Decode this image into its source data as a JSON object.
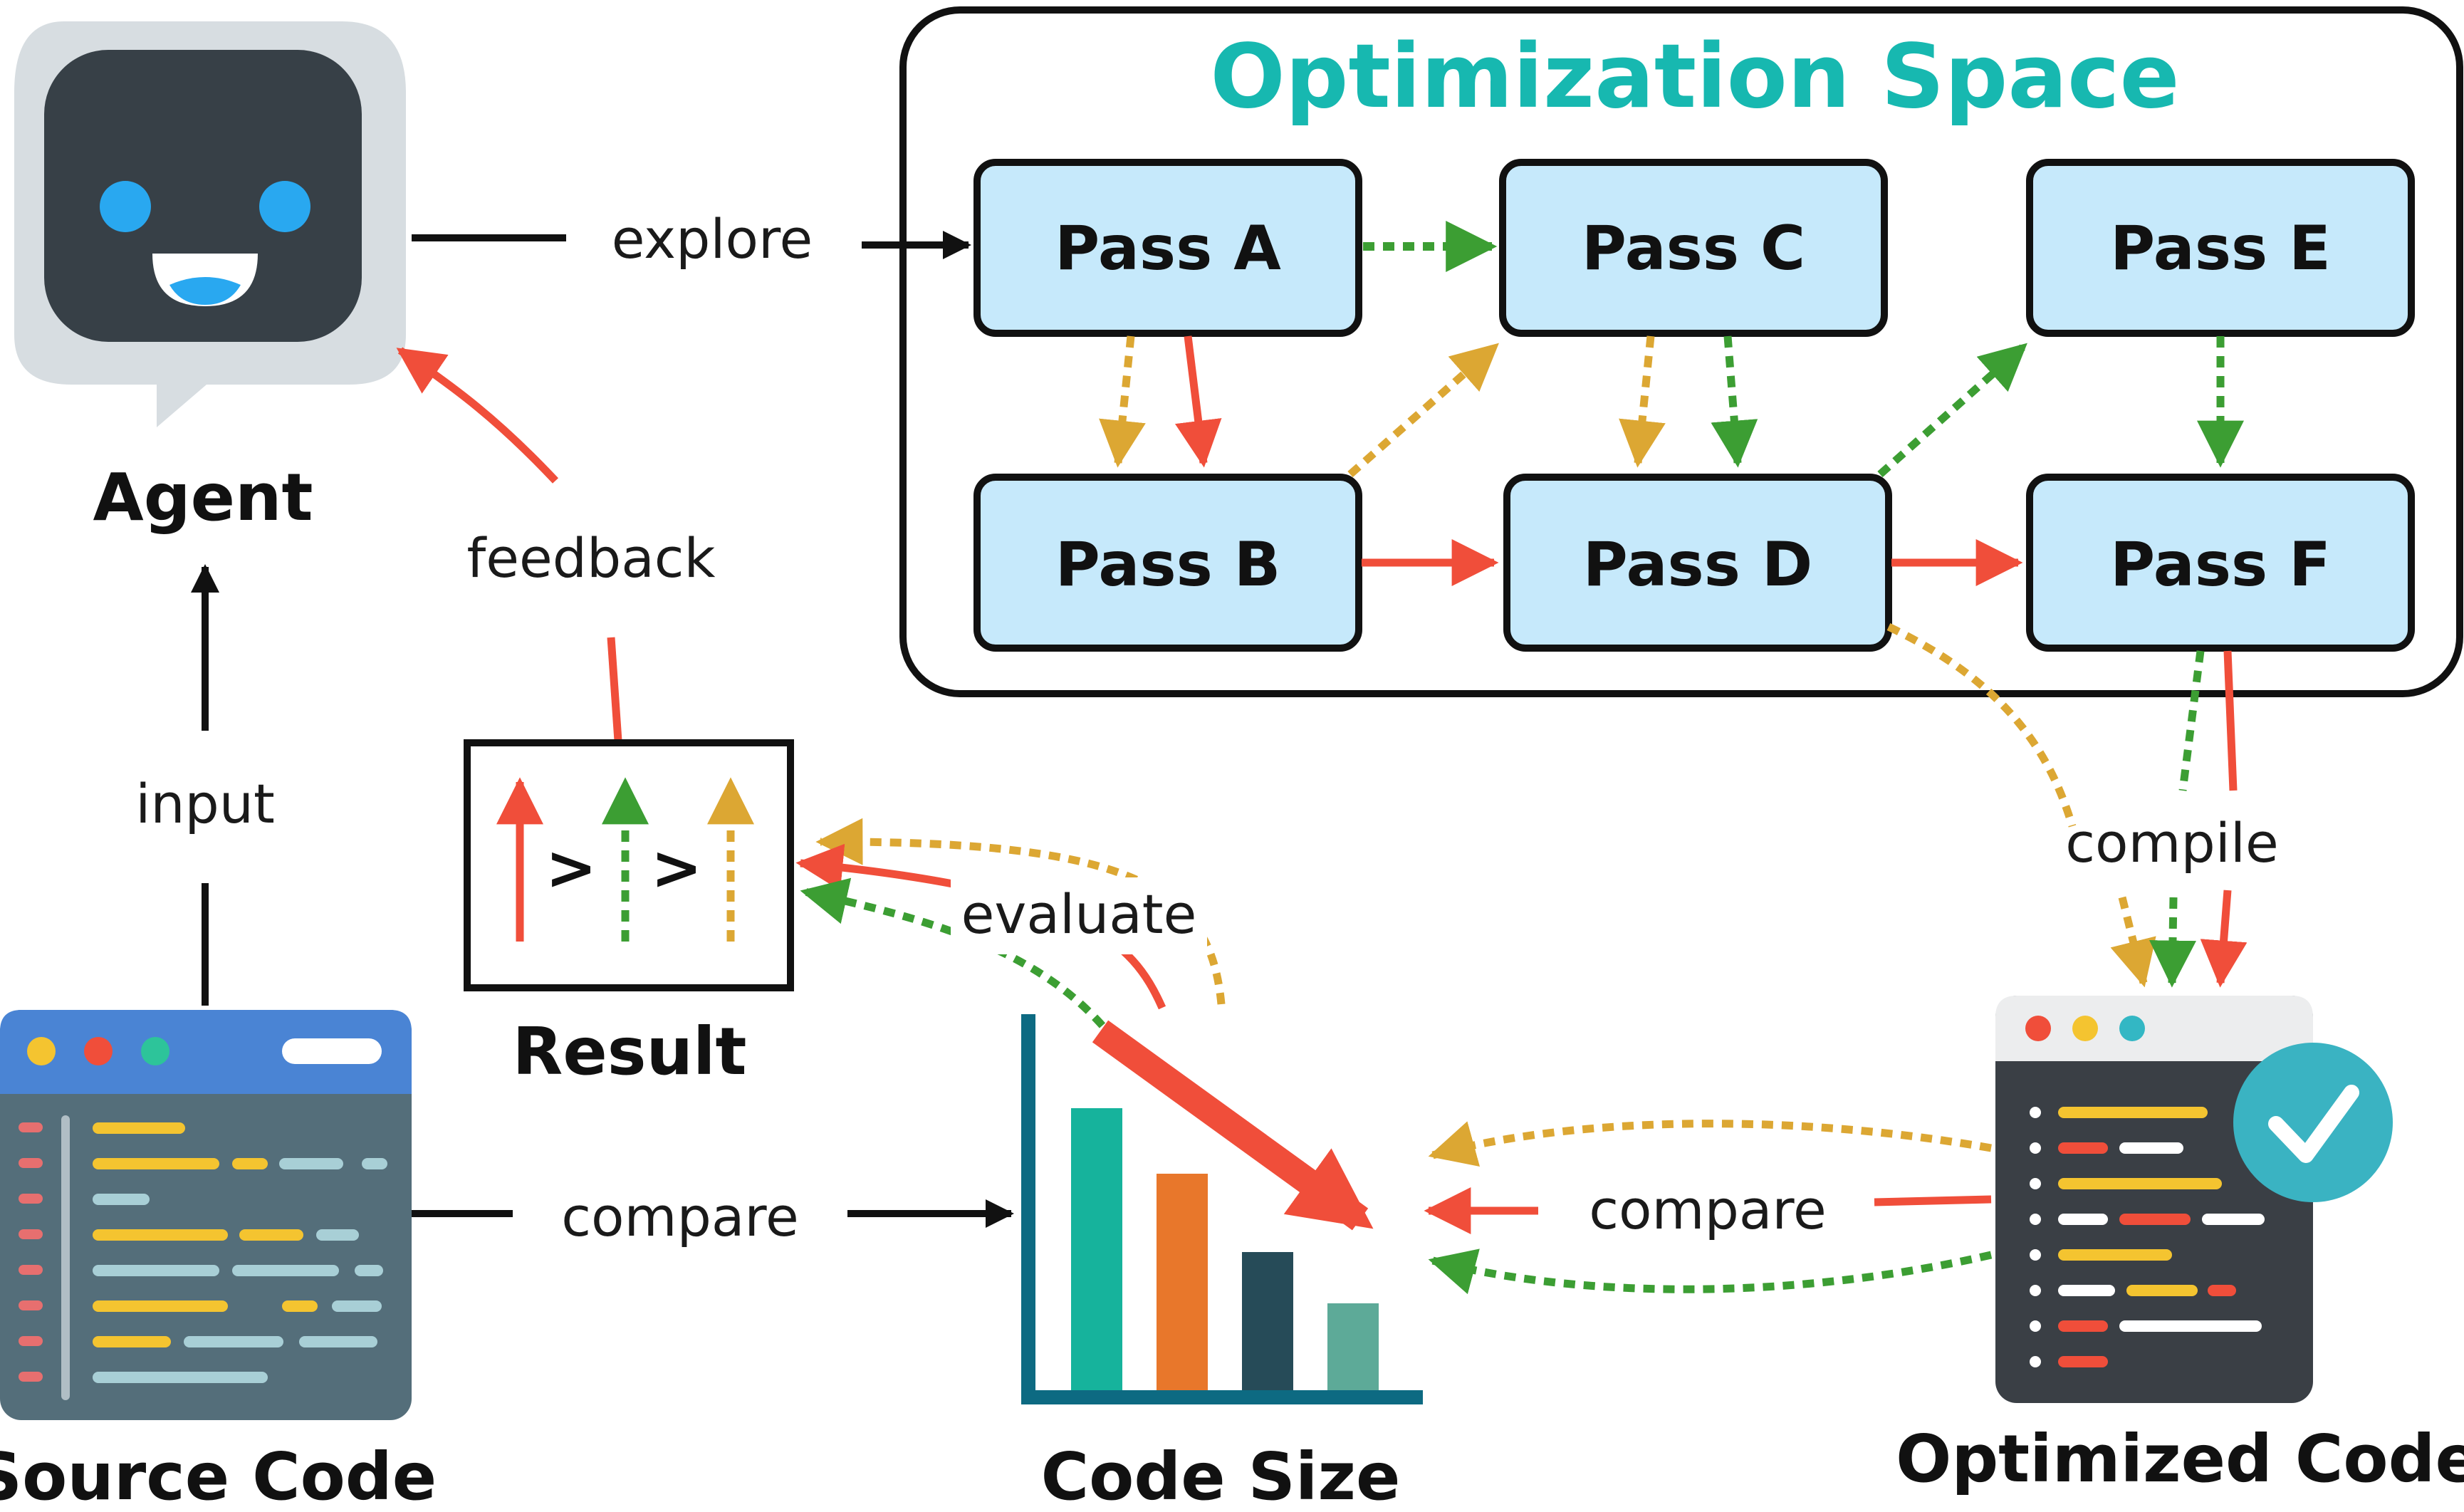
{
  "optimization_space": {
    "title": "Optimization Space",
    "passes": {
      "a": "Pass A",
      "b": "Pass B",
      "c": "Pass C",
      "d": "Pass D",
      "e": "Pass E",
      "f": "Pass F"
    }
  },
  "nodes": {
    "agent": "Agent",
    "result": "Result",
    "source_code": "Source Code",
    "code_size": "Code Size",
    "optimized_code": "Optimized Code"
  },
  "edge_labels": {
    "explore": "explore",
    "feedback": "feedback",
    "input": "input",
    "evaluate": "evaluate",
    "compare_left": "compare",
    "compare_right": "compare",
    "compile": "compile"
  },
  "result_symbols": {
    "gt1": ">",
    "gt2": ">"
  },
  "colors": {
    "title_teal": "#17b8b0",
    "pass_fill": "#c6e9fb",
    "path_red": "#f04e3a",
    "path_green": "#3c9e33",
    "path_yellow": "#dca733",
    "dark": "#111111"
  },
  "icons": {
    "agent": "robot-chat-icon",
    "source_code": "code-window-icon",
    "code_size": "bar-chart-icon",
    "optimized_code": "code-window-check-icon"
  }
}
